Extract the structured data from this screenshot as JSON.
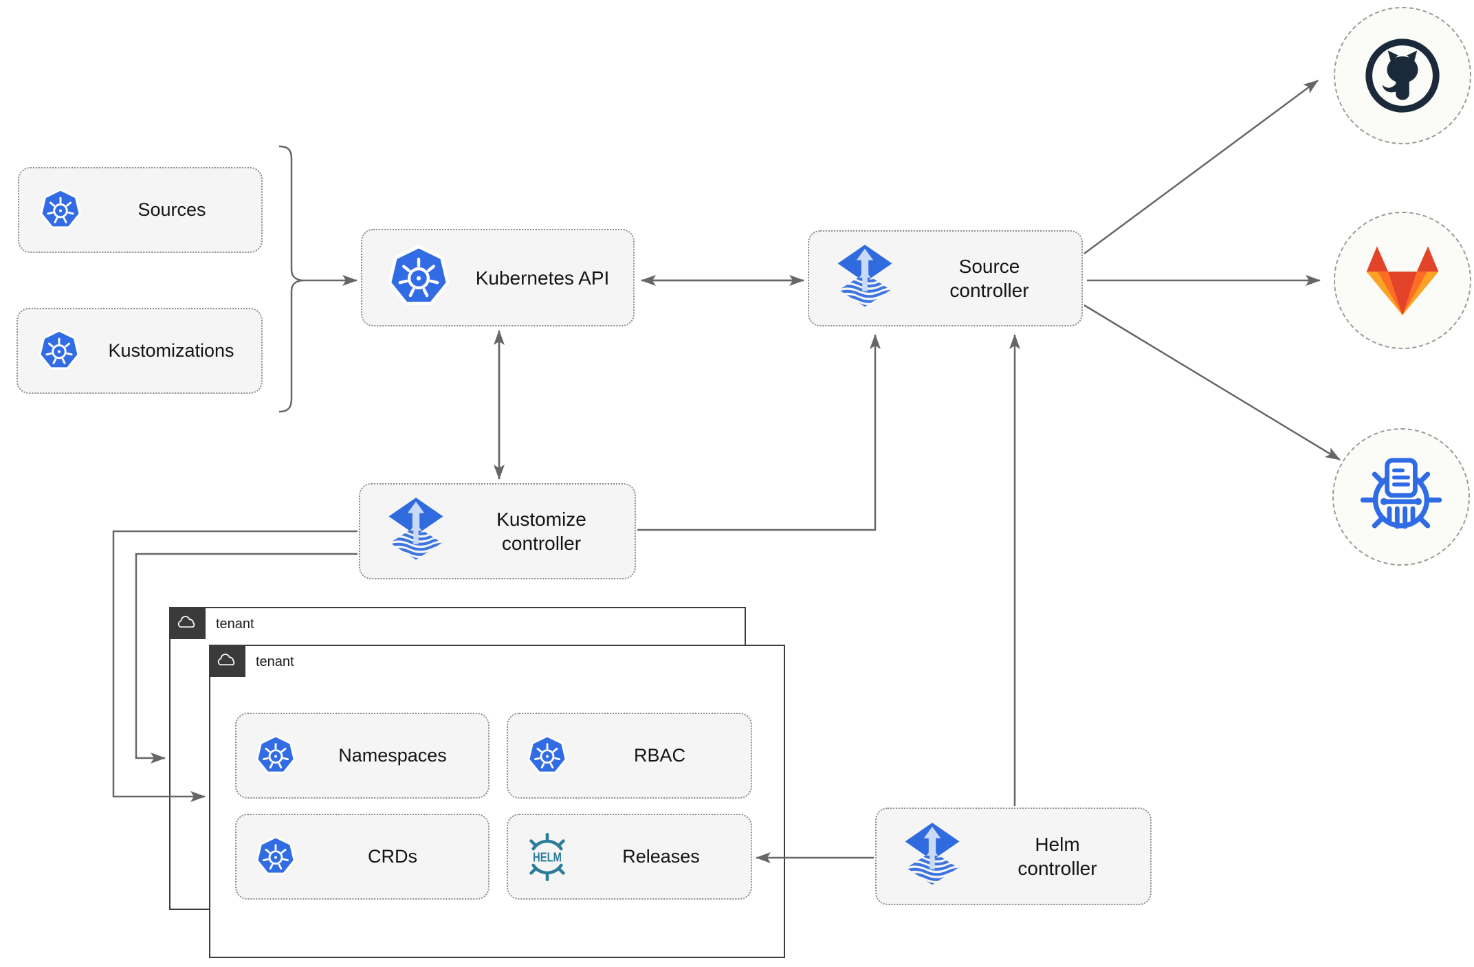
{
  "nodes": {
    "sources": {
      "label": "Sources",
      "icon": "kubernetes-icon"
    },
    "kustomizations": {
      "label": "Kustomizations",
      "icon": "kubernetes-icon"
    },
    "kubernetes_api": {
      "label": "Kubernetes API",
      "icon": "kubernetes-icon"
    },
    "source_controller": {
      "label": "Source controller",
      "icon": "flux-icon"
    },
    "kustomize_controller": {
      "label": "Kustomize controller",
      "icon": "flux-icon"
    },
    "helm_controller": {
      "label": "Helm controller",
      "icon": "flux-icon"
    },
    "namespaces": {
      "label": "Namespaces",
      "icon": "kubernetes-icon"
    },
    "rbac": {
      "label": "RBAC",
      "icon": "kubernetes-icon"
    },
    "crds": {
      "label": "CRDs",
      "icon": "kubernetes-icon"
    },
    "releases": {
      "label": "Releases",
      "icon": "helm-icon"
    }
  },
  "groups": {
    "tenant_back": {
      "label": "tenant",
      "icon": "cloud-icon"
    },
    "tenant_front": {
      "label": "tenant",
      "icon": "cloud-icon"
    }
  },
  "endpoints": {
    "github": {
      "icon": "github-icon"
    },
    "gitlab": {
      "icon": "gitlab-icon"
    },
    "manifest_store": {
      "icon": "manifest-store-icon"
    }
  },
  "edges": [
    {
      "from": "sources+kustomizations",
      "to": "kubernetes_api",
      "type": "arrow"
    },
    {
      "from": "kubernetes_api",
      "to": "source_controller",
      "type": "double-arrow"
    },
    {
      "from": "kubernetes_api",
      "to": "kustomize_controller",
      "type": "double-arrow"
    },
    {
      "from": "kustomize_controller",
      "to": "source_controller",
      "type": "arrow"
    },
    {
      "from": "kustomize_controller",
      "to": "tenant_front",
      "type": "arrow"
    },
    {
      "from": "kustomize_controller",
      "to": "tenant_back",
      "type": "arrow"
    },
    {
      "from": "helm_controller",
      "to": "source_controller",
      "type": "arrow"
    },
    {
      "from": "helm_controller",
      "to": "releases",
      "type": "arrow"
    },
    {
      "from": "source_controller",
      "to": "github",
      "type": "arrow"
    },
    {
      "from": "source_controller",
      "to": "gitlab",
      "type": "arrow"
    },
    {
      "from": "source_controller",
      "to": "manifest_store",
      "type": "arrow"
    }
  ],
  "colors": {
    "kubernetes_blue": "#326CE5",
    "flux_blue": "#2F6BDE",
    "helm_teal": "#2D7D9A",
    "github_dark": "#1B2A3A",
    "gitlab_orange_dark": "#E24329",
    "gitlab_orange": "#FC6D26",
    "gitlab_orange_light": "#FCA326",
    "manifest_store_blue": "#2F6BE4",
    "connector_gray": "#666666",
    "card_fill": "#F5F5F5",
    "tenant_badge": "#3A3A3A"
  }
}
